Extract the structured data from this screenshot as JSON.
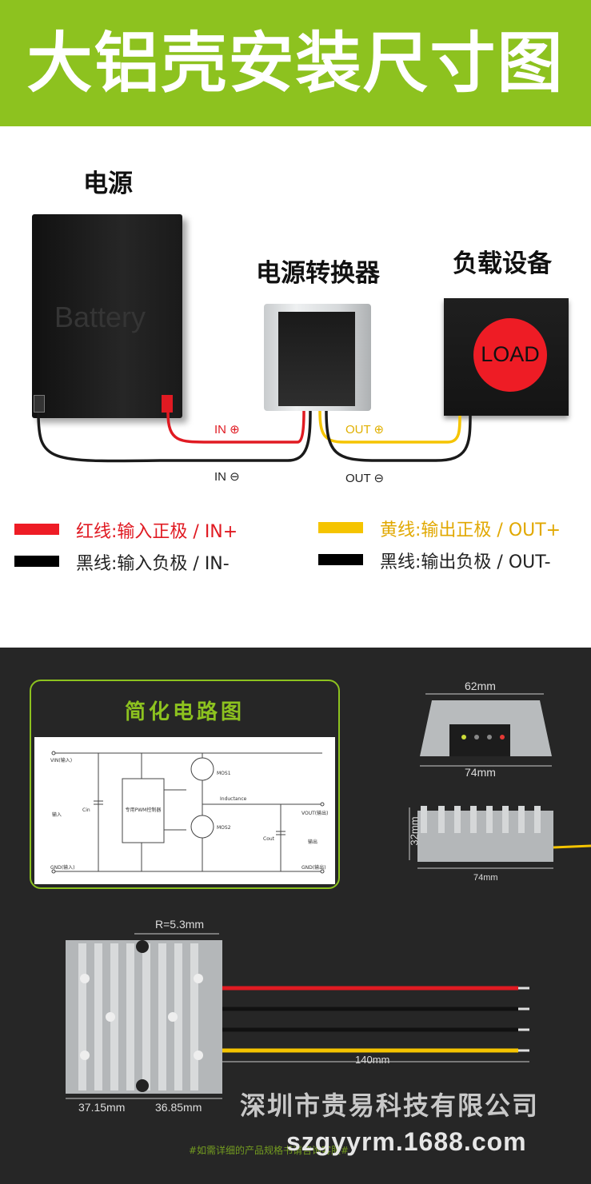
{
  "header": {
    "title": "大铝壳安装尺寸图",
    "bg_color": "#8dc21f"
  },
  "wiring": {
    "power_source_label": "电源",
    "converter_label": "电源转换器",
    "load_device_label": "负载设备",
    "battery_text": "Battery",
    "load_text": "LOAD",
    "in_plus": "IN ⊕",
    "in_minus": "IN ⊖",
    "out_plus": "OUT ⊕",
    "out_minus": "OUT ⊖"
  },
  "legend": [
    {
      "color": "#ee1c25",
      "name": "红线:",
      "desc": "输入正极 / IN+"
    },
    {
      "color": "#000000",
      "name": "黑线:",
      "desc": "输入负极 / IN-"
    },
    {
      "color": "#f5c400",
      "name": "黄线:",
      "desc": "输出正极 / OUT+"
    },
    {
      "color": "#000000",
      "name": "黑线:",
      "desc": "输出负极 / OUT-"
    }
  ],
  "circuit": {
    "title": "简化电路图",
    "vin": "VIN(输入)",
    "input": "输入",
    "cin": "Cin",
    "pwm": "专用PWM控制器",
    "mos1": "MOS1",
    "mos2": "MOS2",
    "inductor": "Inductance",
    "vout": "VOUT(输出)",
    "cout": "Cout",
    "output": "输出",
    "gnd_in": "GND(输入)",
    "gnd_out": "GND(输出)"
  },
  "dimensions": {
    "top_width": "62mm",
    "bottom_width": "74mm",
    "height": "32mm",
    "side_width": "74mm",
    "radius": "R=5.3mm",
    "wire_length": "140mm",
    "left_half": "37.15mm",
    "right_half": "36.85mm"
  },
  "footer": {
    "company": "深圳市贵易科技有限公司",
    "website": "szgyyrm.1688.com",
    "note": "#如需详细的产品规格书请咨询客服#"
  }
}
